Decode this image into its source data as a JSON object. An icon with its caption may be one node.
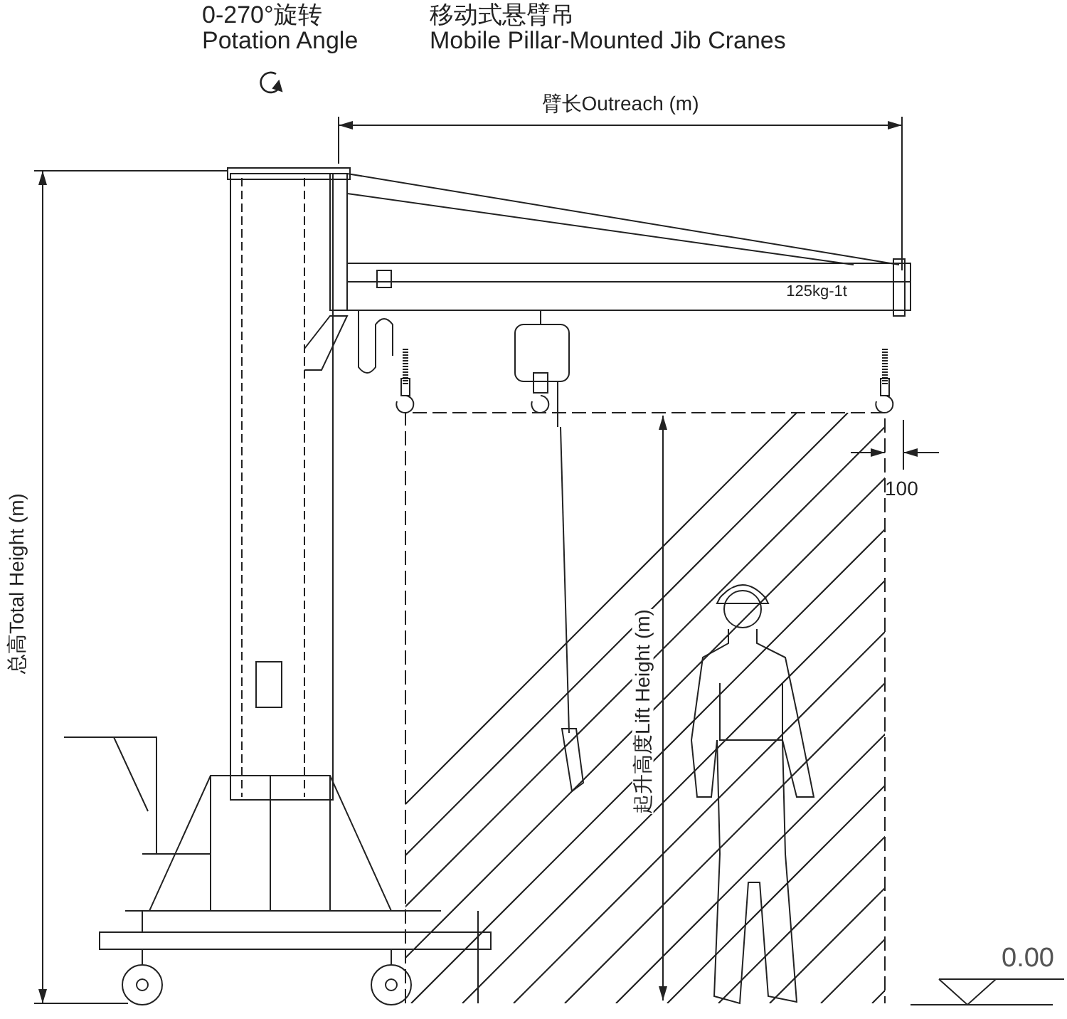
{
  "diagram": {
    "labels": [
      "0-270°旋转",
      "Potation Angle",
      "移动式悬臂吊",
      "Mobile Pillar-Mounted Jib Cranes",
      "臂长Outreach (m)",
      "125kg-1t",
      "100",
      "总高Total Height (m)",
      "起升高度Lift Height (m)",
      "0.00"
    ]
  }
}
